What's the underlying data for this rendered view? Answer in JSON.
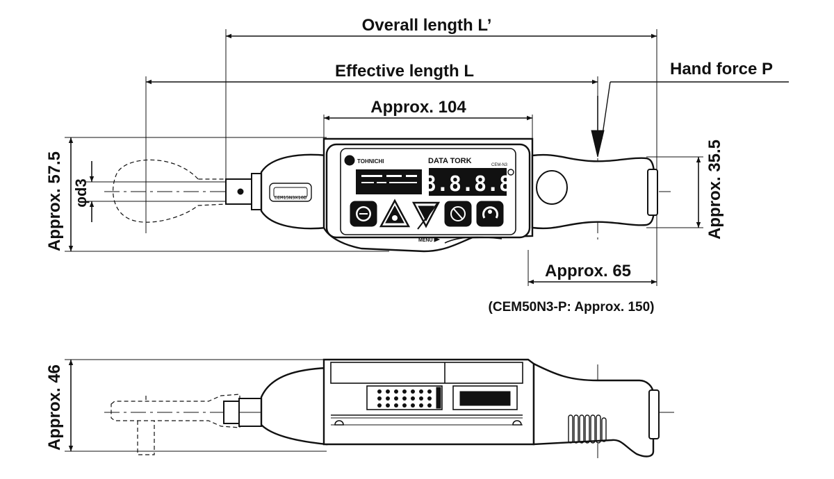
{
  "dimensions": {
    "overall_length": "Overall length L’",
    "effective_length": "Effective length L",
    "body_length": "Approx. 104",
    "handle_length": "Approx. 65",
    "handle_note": "(CEM50N3-P: Approx. 150)",
    "height_top": "Approx. 57.5",
    "handle_height": "Approx. 35.5",
    "drive_diameter": "φd3",
    "height_side": "Approx. 46",
    "hand_force": "Hand force P"
  },
  "device": {
    "brand": "TOHNICHI",
    "product": "DATA TORK",
    "model_small": "CEM-N3",
    "display_value": "8.8.8.8",
    "head_label": "CEM15N3X10D",
    "menu_label": "MENU"
  }
}
